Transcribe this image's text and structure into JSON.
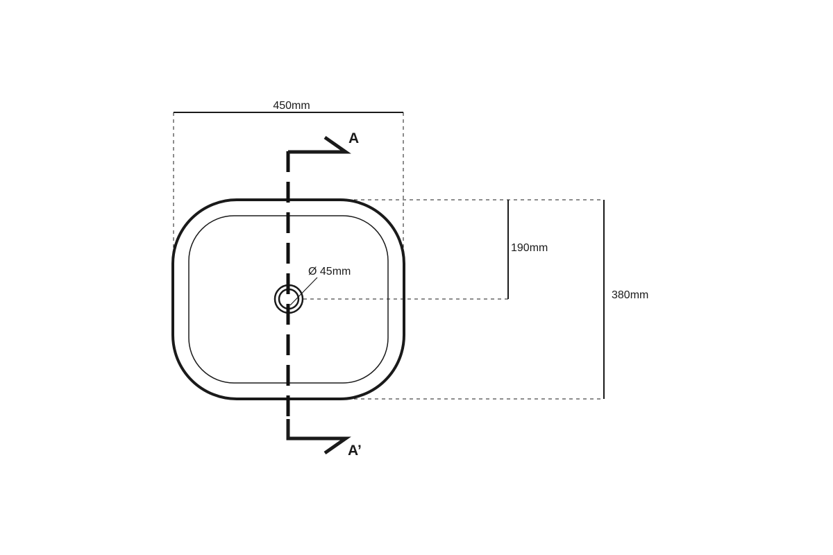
{
  "diagram": {
    "dimensions": {
      "width": "450mm",
      "depth": "380mm",
      "half_depth": "190mm",
      "drain_diameter": "Ø 45mm"
    },
    "section_labels": {
      "start": "A",
      "end": "A’"
    },
    "colors": {
      "line": "#1a1a1a",
      "background": "#ffffff"
    }
  }
}
